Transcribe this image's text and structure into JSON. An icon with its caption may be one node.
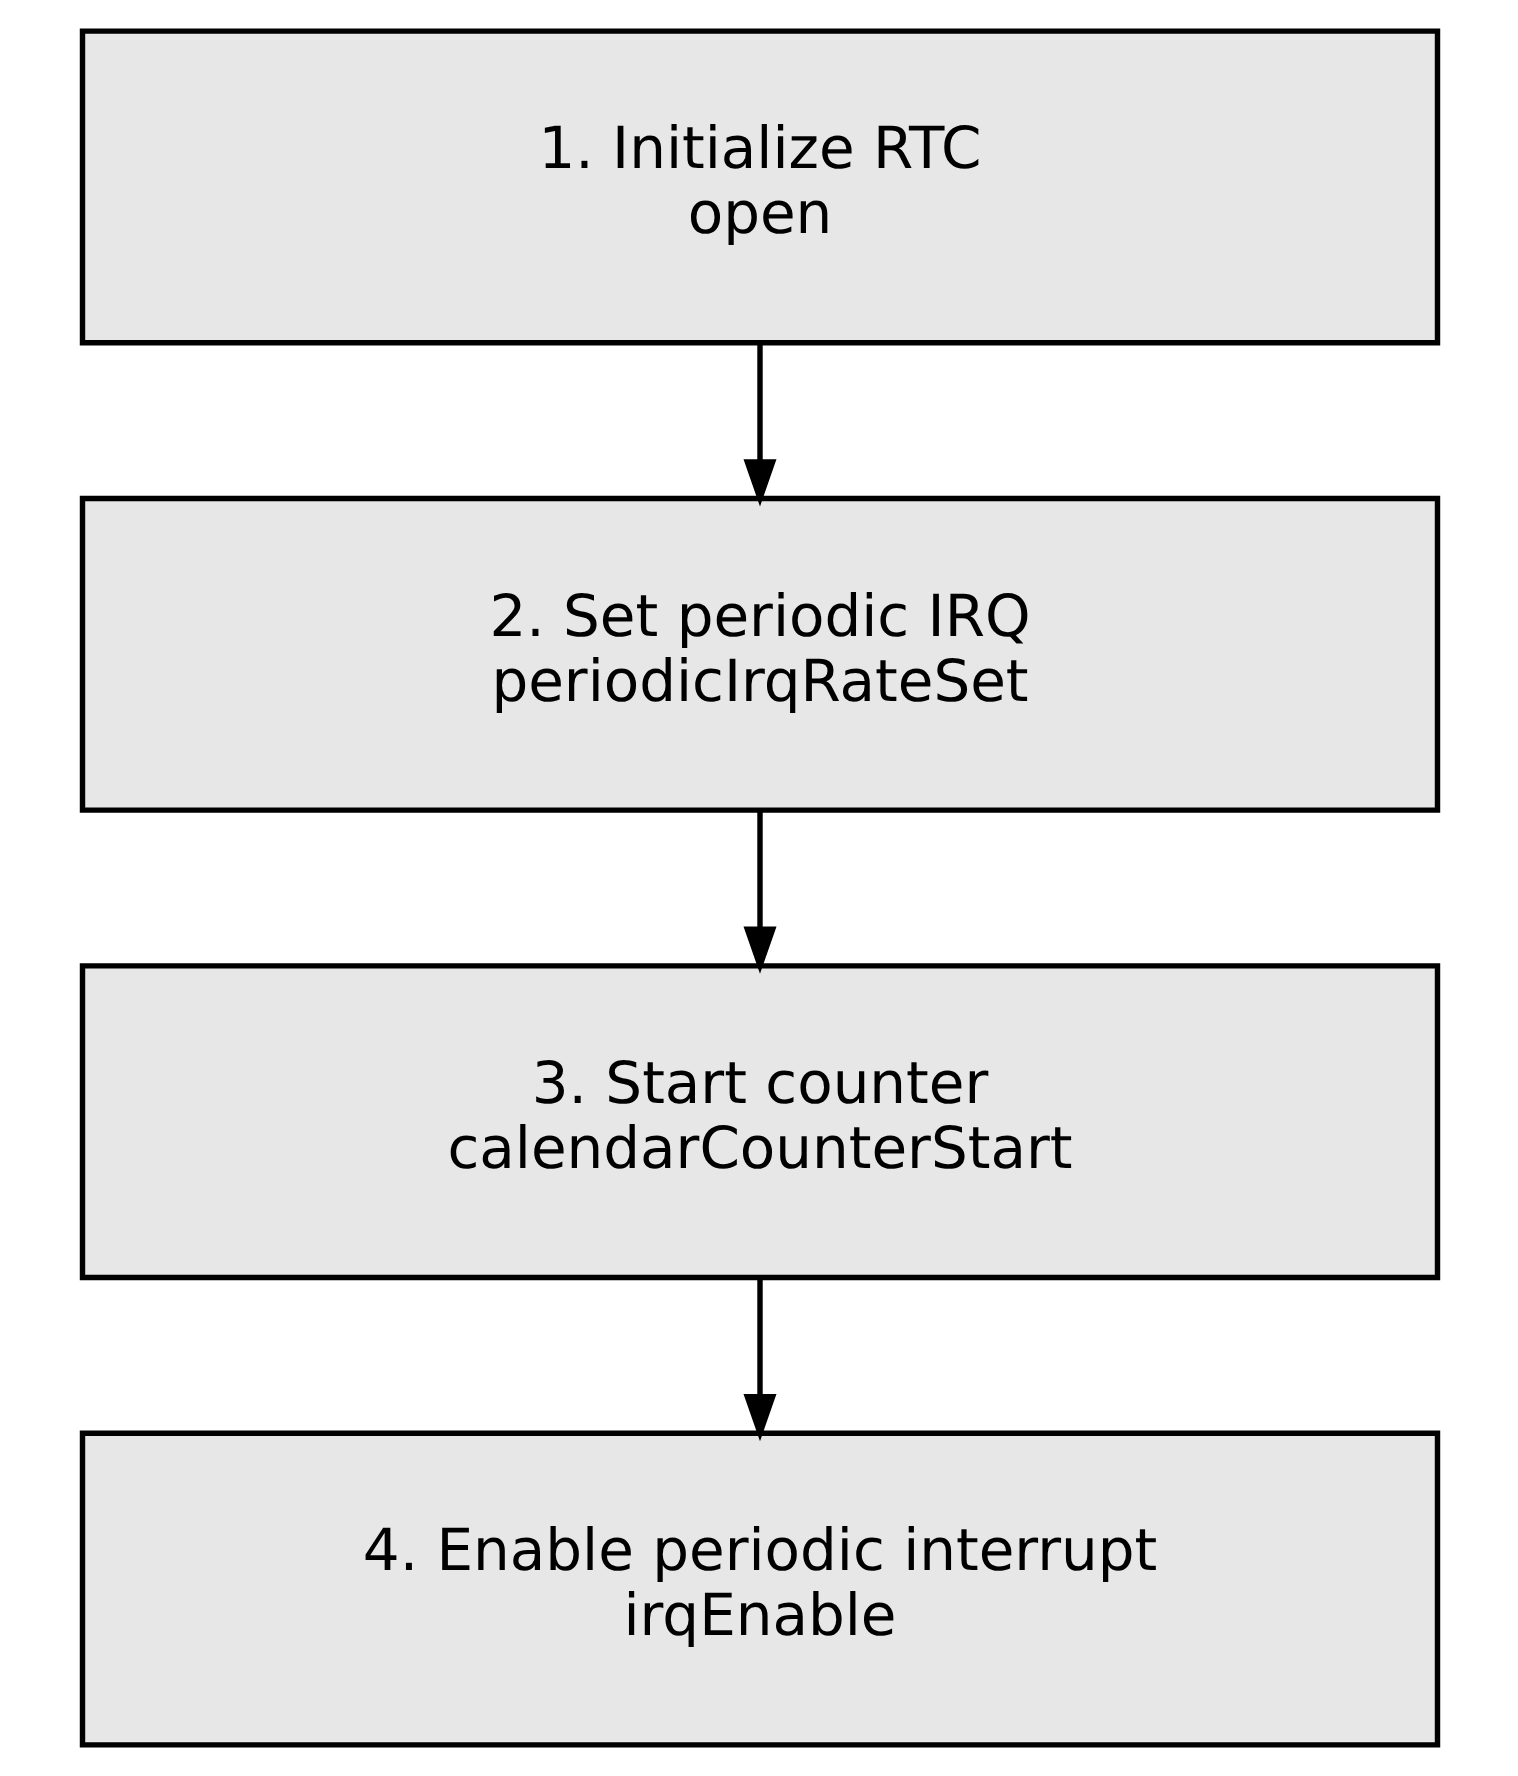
{
  "diagram": {
    "nodes": [
      {
        "text": [
          "1. Initialize RTC",
          "open"
        ]
      },
      {
        "text": [
          "2. Set periodic IRQ",
          "periodicIrqRateSet"
        ]
      },
      {
        "text": [
          "3. Start counter",
          "calendarCounterStart"
        ]
      },
      {
        "text": [
          "4. Enable periodic interrupt",
          "irqEnable"
        ]
      }
    ],
    "edges": [
      {
        "from": 0,
        "to": 1,
        "arrow": "to"
      },
      {
        "from": 1,
        "to": 2,
        "arrow": "to"
      },
      {
        "from": 2,
        "to": 3,
        "arrow": "to"
      }
    ]
  }
}
